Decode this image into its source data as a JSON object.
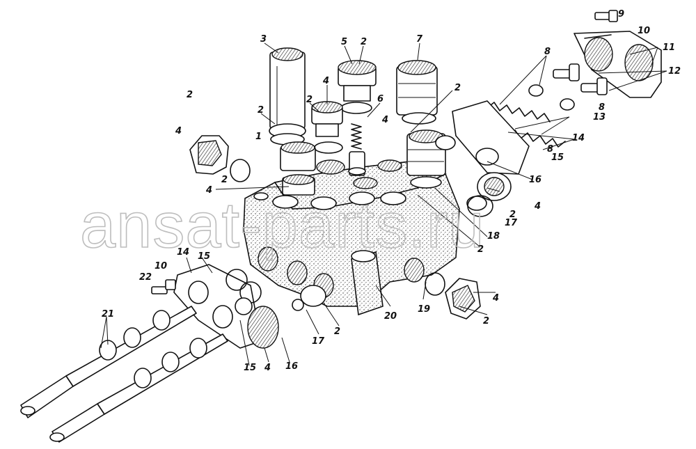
{
  "watermark": "ansat-parts.ru",
  "callouts": {
    "c1": "1",
    "c2a": "2",
    "c2b": "2",
    "c2c": "2",
    "c2d": "2",
    "c2e": "2",
    "c2f": "2",
    "c2g": "2",
    "c2h": "2",
    "c2i": "2",
    "c2j": "2",
    "c3": "3",
    "c4a": "4",
    "c4b": "4",
    "c4c": "4",
    "c4d": "4",
    "c4e": "4",
    "c4f": "4",
    "c4g": "4",
    "c5": "5",
    "c6": "6",
    "c7": "7",
    "c8a": "8",
    "c8b": "8",
    "c8c": "8",
    "c9": "9",
    "c10a": "10",
    "c10b": "10",
    "c11": "11",
    "c12": "12",
    "c13": "13",
    "c14a": "14",
    "c14b": "14",
    "c15a": "15",
    "c15b": "15",
    "c15c": "15",
    "c16a": "16",
    "c16b": "16",
    "c17a": "17",
    "c17b": "17",
    "c18": "18",
    "c19": "19",
    "c20": "20",
    "c21": "21",
    "c22": "22"
  }
}
